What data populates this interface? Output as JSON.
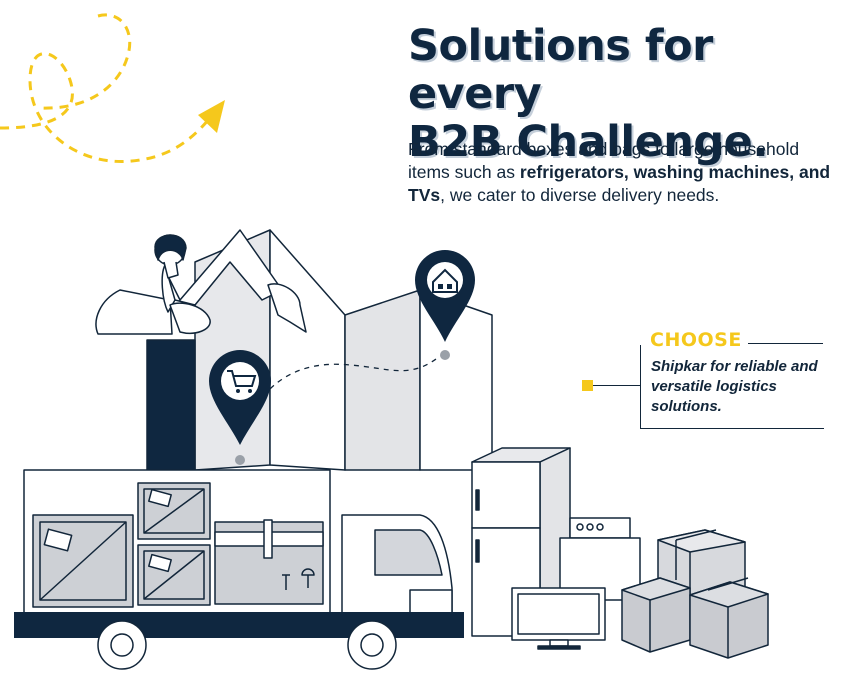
{
  "headline": {
    "line1": "Solutions for every",
    "line2": "B2B Challenge."
  },
  "subtext": {
    "part1": "From standard boxes and bags to large household items such as ",
    "bold": "refrigerators, washing machines, and TVs",
    "part2": ", we cater to diverse delivery needs."
  },
  "callout": {
    "label": "CHOOSE",
    "text": "Shipkar for reliable and versatile logistics solutions."
  },
  "colors": {
    "navy": "#0f2740",
    "accent_yellow": "#f5c81c",
    "light_gray": "#e3e4e7",
    "box_gray": "#c9cbd0"
  }
}
